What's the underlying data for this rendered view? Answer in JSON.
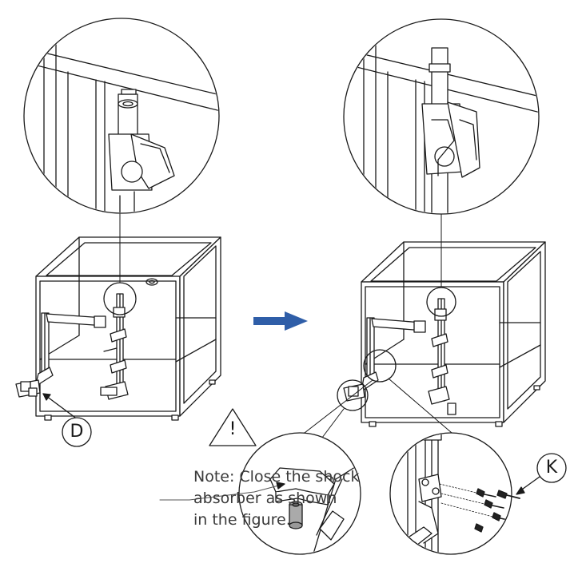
{
  "callouts": {
    "part_d": "D",
    "part_k": "K",
    "warning": "!"
  },
  "note": {
    "line1": "Note: Close the shock",
    "line2": "absorber as shown",
    "line3": "in the figure."
  },
  "colors": {
    "arrow": "#2f5ea8",
    "line": "#1a1a1a",
    "note_text": "#3a3a3a"
  },
  "icons": {
    "step_arrow": "right-arrow-icon",
    "warning": "warning-triangle-icon"
  }
}
